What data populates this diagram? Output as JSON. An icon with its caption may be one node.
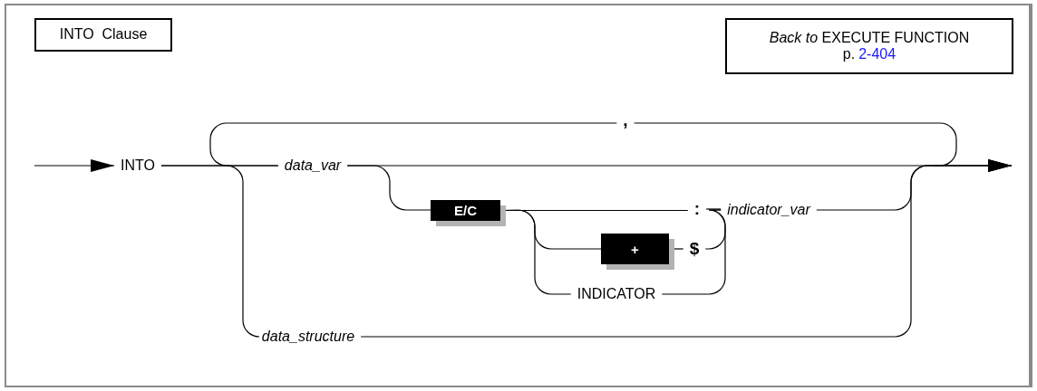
{
  "diagram": {
    "nodes": [
      {
        "text": [
          "INTO  Clause"
        ]
      },
      {
        "text": [
          "*Back to* EXECUTE FUNCTION",
          "p.",
          "2-404"
        ]
      },
      {
        "text": [
          "INTO"
        ]
      },
      {
        "text": [
          "data_var"
        ]
      },
      {
        "text": [
          ","
        ]
      },
      {
        "text": [
          "E/C"
        ]
      },
      {
        "text": [
          ":"
        ]
      },
      {
        "text": [
          "indicator_var"
        ]
      },
      {
        "text": [
          "+"
        ]
      },
      {
        "text": [
          "$"
        ]
      },
      {
        "text": [
          "INDICATOR"
        ]
      },
      {
        "text": [
          "data_structure"
        ]
      }
    ],
    "edges": [
      {
        "from": null,
        "to": 2,
        "arrow": "to"
      },
      {
        "from": 2,
        "to": 3,
        "arrow": "none"
      },
      {
        "from": 2,
        "to": 11,
        "arrow": "none"
      },
      {
        "from": 3,
        "to": null,
        "arrow": "to"
      },
      {
        "from": 3,
        "to": 5,
        "arrow": "none"
      },
      {
        "from": 5,
        "to": 6,
        "arrow": "none"
      },
      {
        "from": 5,
        "to": 8,
        "arrow": "none"
      },
      {
        "from": 5,
        "to": 10,
        "arrow": "none"
      },
      {
        "from": 8,
        "to": 9,
        "arrow": "none"
      },
      {
        "from": 6,
        "to": 7,
        "arrow": "none"
      },
      {
        "from": 9,
        "to": 7,
        "arrow": "none"
      },
      {
        "from": 10,
        "to": 7,
        "arrow": "none"
      },
      {
        "from": 7,
        "to": null,
        "arrow": "to"
      },
      {
        "from": 11,
        "to": null,
        "arrow": "to"
      },
      {
        "from": 4,
        "to": 3,
        "arrow": "none"
      },
      {
        "from": null,
        "to": 4,
        "arrow": "none"
      }
    ]
  }
}
